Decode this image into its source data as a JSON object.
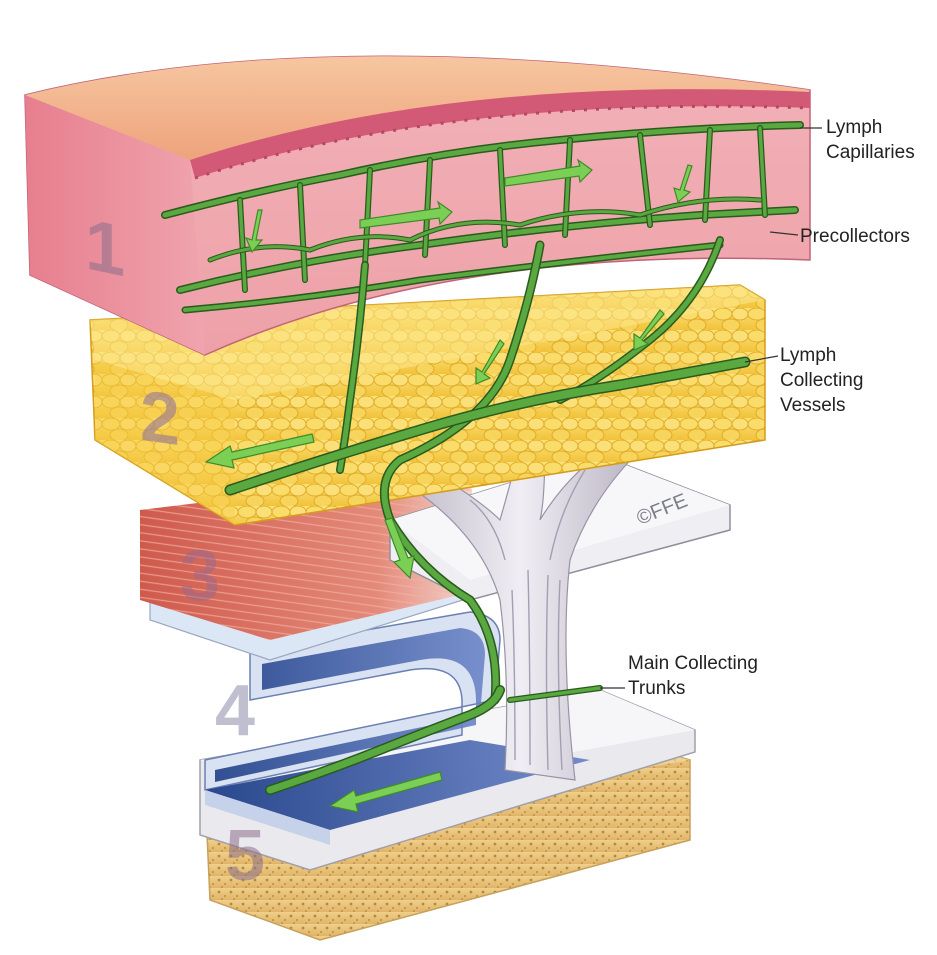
{
  "labels": {
    "lymph_capillaries": [
      "Lymph",
      "Capillaries"
    ],
    "precollectors": [
      "Precollectors"
    ],
    "lymph_collecting_vessels": [
      "Lymph",
      "Collecting",
      "Vessels"
    ],
    "main_collecting_trunks": [
      "Main Collecting",
      "Trunks"
    ]
  },
  "layer_numbers": [
    "1",
    "2",
    "3",
    "4",
    "5"
  ],
  "copyright": "©FFE",
  "colors": {
    "skin": "#f0a2ac",
    "skin_top": "#f3b68c",
    "epidermis": "#d9607e",
    "fat": "#f6d24a",
    "fascia": "#ececf0",
    "muscle": "#d86a5a",
    "serosa": "#3a5aa8",
    "bone": "#e8c37a",
    "vessel": "#4e9a3a",
    "vessel_dark": "#2a5a1e",
    "arrow": "#6cc04a",
    "trunk": "#d8d4dc"
  }
}
